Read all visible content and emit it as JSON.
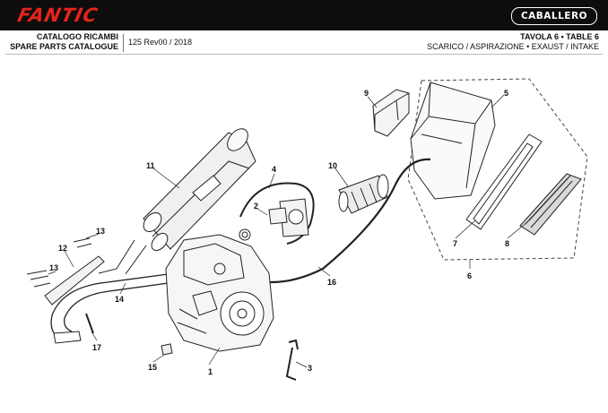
{
  "header": {
    "brand": "FANTIC",
    "model": "CABALLERO",
    "catalog_it": "CATALOGO RICAMBI",
    "catalog_en": "SPARE PARTS CATALOGUE",
    "revision": "125 Rev00 / 2018",
    "table": "TAVOLA 6 • TABLE 6",
    "subtitle": "SCARICO / ASPIRAZIONE • EXAUST / INTAKE"
  },
  "callouts": [
    "1",
    "2",
    "3",
    "4",
    "5",
    "6",
    "7",
    "8",
    "9",
    "10",
    "11",
    "12",
    "13",
    "13",
    "14",
    "15",
    "16",
    "17"
  ],
  "colors": {
    "brand_red": "#e3251b",
    "header_bg": "#0d0d0d",
    "line": "#222222"
  }
}
